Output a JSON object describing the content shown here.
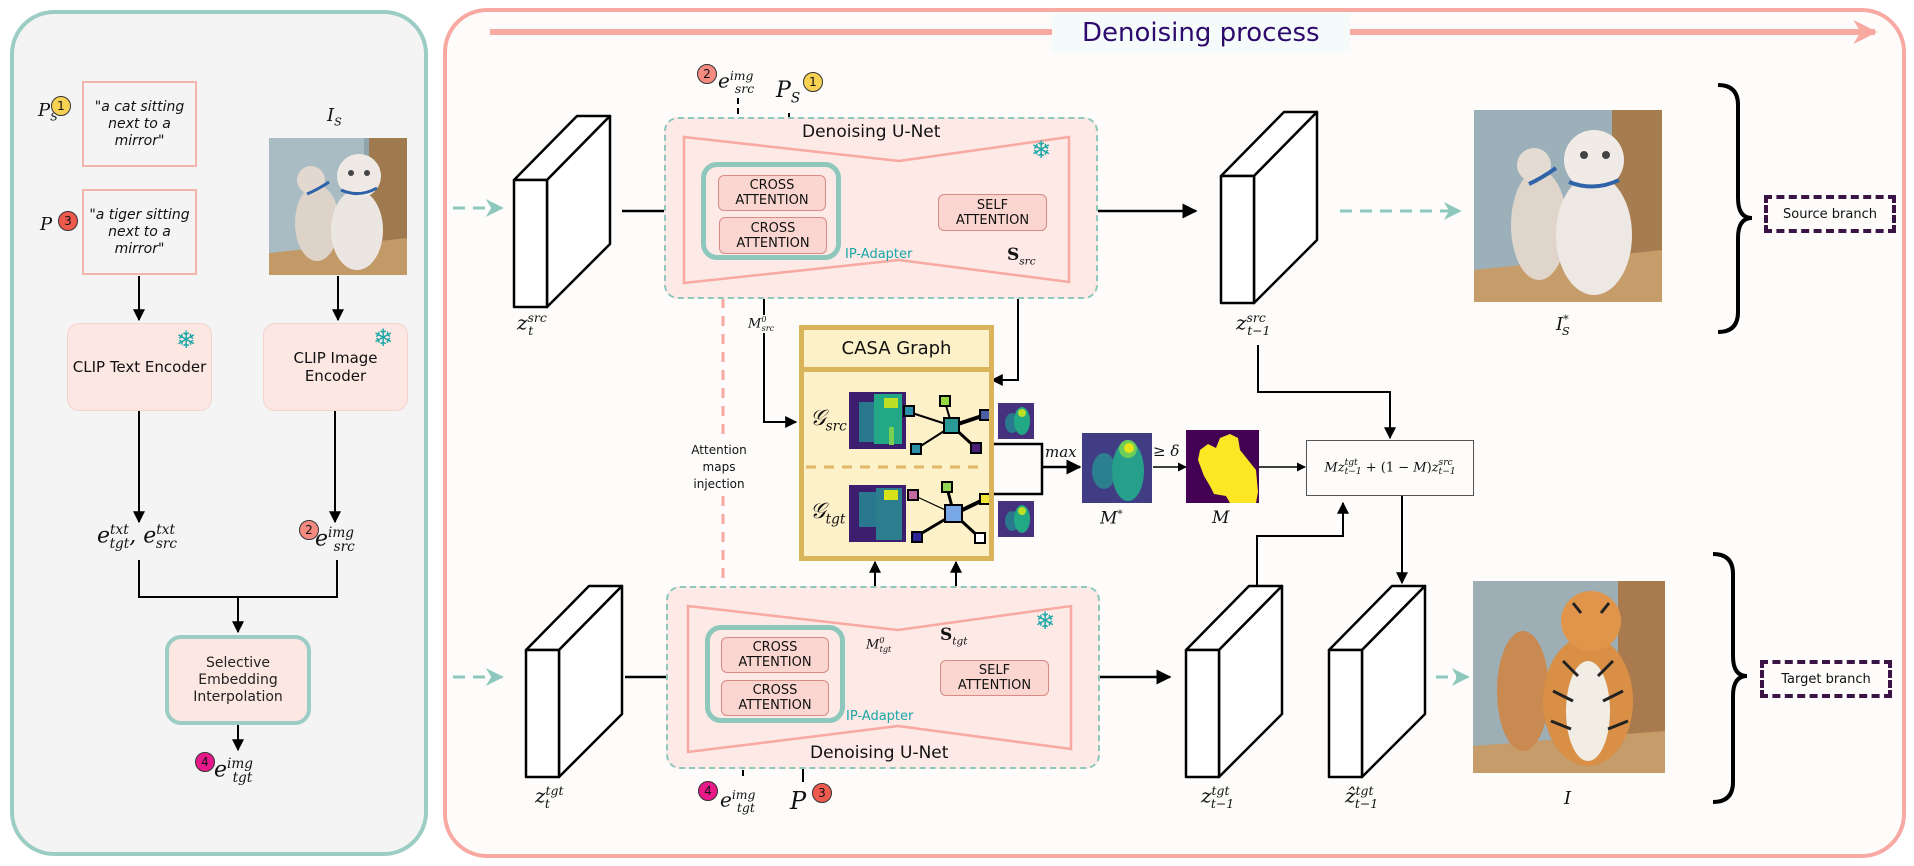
{
  "title": "Denoising process",
  "left_panel": {
    "prompt_source": {
      "symbol": "P",
      "subscript": "S",
      "badge": "1",
      "text": "\"a cat sitting next to a mirror\""
    },
    "prompt_target": {
      "symbol": "P",
      "badge": "3",
      "text": "\"a tiger sitting next to a mirror\""
    },
    "source_image_label": {
      "symbol": "I",
      "subscript": "S"
    },
    "source_image_alt": "cat sitting next to a mirror",
    "text_encoder": "CLIP Text Encoder",
    "image_encoder": "CLIP Image Encoder",
    "text_embeddings": {
      "a_base": "e",
      "a_sup": "txt",
      "a_sub": "tgt",
      "b_base": "e",
      "b_sup": "txt",
      "b_sub": "src"
    },
    "image_embedding_src": {
      "badge": "2",
      "base": "e",
      "sup": "img",
      "sub": "src"
    },
    "selective_block": "Selective Embedding Interpolation",
    "image_embedding_tgt": {
      "badge": "4",
      "base": "e",
      "sup": "img",
      "sub": "tgt"
    }
  },
  "source_branch": {
    "latent_in": {
      "base": "z",
      "sup": "src",
      "sub": "t"
    },
    "unet_label": "Denoising U-Net",
    "cross_attention_1": "CROSS ATTENTION",
    "cross_attention_2": "CROSS ATTENTION",
    "self_attention": "SELF ATTENTION",
    "ip_adapter": "IP-Adapter",
    "input_img_embed": {
      "badge": "2",
      "base": "e",
      "sup": "img",
      "sub": "src"
    },
    "input_prompt": {
      "badge": "1",
      "base": "P",
      "sub": "S"
    },
    "cross_map": {
      "base": "M",
      "sup": "0",
      "sub": "src"
    },
    "self_map": {
      "base": "S",
      "sub": "src"
    },
    "latent_out": {
      "base": "z",
      "sup": "src",
      "sub": "t−1"
    },
    "output_label": {
      "base": "I",
      "sup": "*",
      "sub": "S"
    },
    "branch_label": "Source branch"
  },
  "target_branch": {
    "latent_in": {
      "base": "z",
      "sup": "tgt",
      "sub": "t"
    },
    "unet_label": "Denoising U-Net",
    "cross_attention_1": "CROSS ATTENTION",
    "cross_attention_2": "CROSS ATTENTION",
    "self_attention": "SELF ATTENTION",
    "ip_adapter": "IP-Adapter",
    "input_img_embed": {
      "badge": "4",
      "base": "e",
      "sup": "img",
      "sub": "tgt"
    },
    "input_prompt": {
      "badge": "3",
      "base": "P"
    },
    "cross_map": {
      "base": "M",
      "sup": "0",
      "sub": "tgt"
    },
    "self_map": {
      "base": "S",
      "sub": "tgt"
    },
    "latent_out": {
      "base": "z",
      "sup": "tgt",
      "sub": "t−1"
    },
    "latent_blend": {
      "base": "ẑ",
      "sup": "tgt",
      "sub": "t−1"
    },
    "output_label": {
      "base": "I"
    },
    "branch_label": "Target branch"
  },
  "casa": {
    "title": "CASA Graph",
    "graph_src": {
      "base": "𝒢",
      "sub": "src"
    },
    "graph_tgt": {
      "base": "𝒢",
      "sub": "tgt"
    }
  },
  "attention_injection": "Attention maps injection",
  "aggregation": {
    "op_max": "max",
    "merged_map": {
      "base": "M",
      "sup": "*"
    },
    "threshold": "≥ δ",
    "mask": {
      "base": "M"
    },
    "blend_formula": "Mz^{tgt}_{t−1} + (1 − M)z^{src}_{t−1}"
  },
  "colors": {
    "teal": "#8ec8bd",
    "salmon": "#f7a9a2",
    "gold": "#d9b45a",
    "viridis_dark": "#440154",
    "viridis_yellow": "#fde725",
    "title_purple": "#2d0a6b",
    "badge_yellow": "#f7d154",
    "badge_salmon": "#f48a80",
    "badge_red": "#ef5a4e",
    "badge_magenta": "#e8198b"
  }
}
